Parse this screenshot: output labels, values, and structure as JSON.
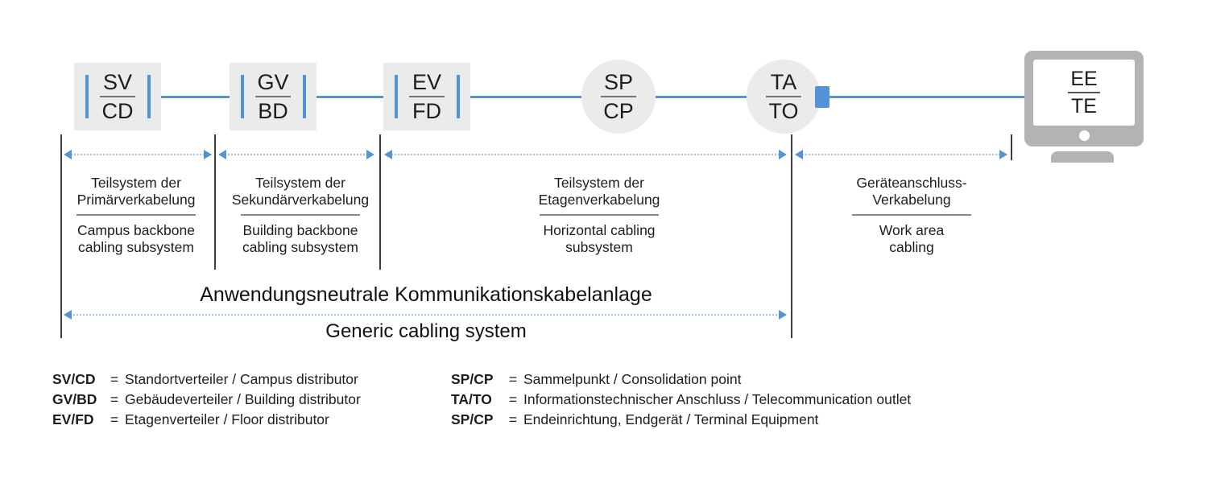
{
  "colors": {
    "cable_blue": "#5493d6",
    "dotted_blue": "#9cc0e8",
    "node_gray": "#ebebeb",
    "monitor_gray": "#b3b3b3",
    "text_black": "#1d1d1d"
  },
  "nodes": {
    "sv": {
      "top": "SV",
      "bottom": "CD"
    },
    "gv": {
      "top": "GV",
      "bottom": "BD"
    },
    "ev": {
      "top": "EV",
      "bottom": "FD"
    },
    "sp": {
      "top": "SP",
      "bottom": "CP"
    },
    "ta": {
      "top": "TA",
      "bottom": "TO"
    },
    "ee": {
      "top": "EE",
      "bottom": "TE"
    }
  },
  "sections": {
    "primary": {
      "de": "Teilsystem der\nPrimärverkabelung",
      "en": "Campus backbone\ncabling subsystem"
    },
    "secondary": {
      "de": "Teilsystem der\nSekundärverkabelung",
      "en": "Building backbone\ncabling subsystem"
    },
    "horizontal": {
      "de": "Teilsystem der\nEtagenverkabelung",
      "en": "Horizontal cabling\nsubsystem"
    },
    "workarea": {
      "de": "Geräteanschluss-\nVerkabelung",
      "en": "Work area\ncabling"
    }
  },
  "generic_span": {
    "de": "Anwendungsneutrale Kommunikationskabelanlage",
    "en": "Generic cabling system"
  },
  "legend": {
    "left": [
      {
        "term": "SV/CD",
        "eq": "=",
        "desc": "Standortverteiler / Campus distributor"
      },
      {
        "term": "GV/BD",
        "eq": "=",
        "desc": "Gebäudeverteiler / Building distributor"
      },
      {
        "term": "EV/FD",
        "eq": "=",
        "desc": "Etagenverteiler / Floor distributor"
      }
    ],
    "right": [
      {
        "term": "SP/CP",
        "eq": "=",
        "desc": "Sammelpunkt / Consolidation point"
      },
      {
        "term": "TA/TO",
        "eq": "=",
        "desc": "Informationstechnischer Anschluss / Telecommunication outlet"
      },
      {
        "term": "SP/CP",
        "eq": "=",
        "desc": "Endeinrichtung, Endgerät / Terminal Equipment"
      }
    ]
  }
}
